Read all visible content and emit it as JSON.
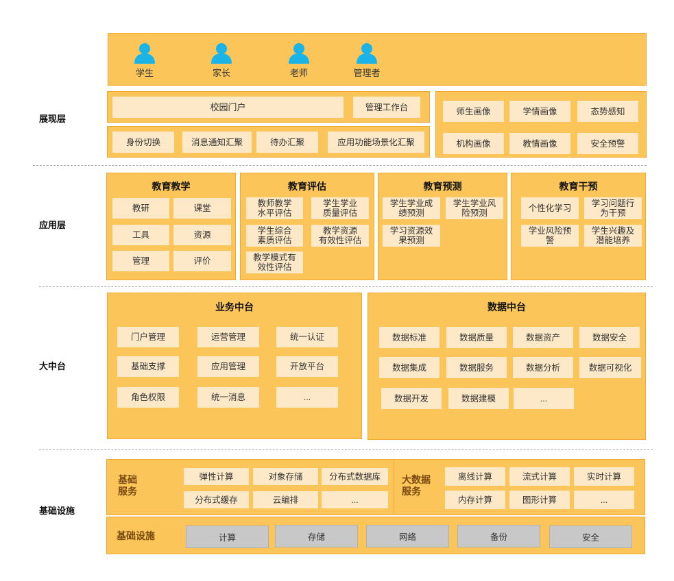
{
  "layers": {
    "presentation": "展现层",
    "application": "应用层",
    "middle": "大中台",
    "infrastructure": "基础设施"
  },
  "users": [
    "学生",
    "家长",
    "老师",
    "管理者"
  ],
  "presentation": {
    "portal": "校园门户",
    "workbench": "管理工作台",
    "row2": [
      "身份切换",
      "消息通知汇聚",
      "待办汇聚",
      "应用功能场景化汇聚"
    ],
    "portraits": [
      "师生画像",
      "学情画像",
      "态势感知",
      "机构画像",
      "教情画像",
      "安全预警"
    ]
  },
  "apps": [
    {
      "title": "教育教学",
      "items": [
        "教研",
        "课堂",
        "工具",
        "资源",
        "管理",
        "评价"
      ]
    },
    {
      "title": "教育评估",
      "items": [
        "教师教学\n水平评估",
        "学生学业\n质量评估",
        "学生综合\n素质评估",
        "教学资源\n有效性评估",
        "教学模式有\n效性评估"
      ]
    },
    {
      "title": "教育预测",
      "items": [
        "学生学业成\n绩预测",
        "学生学业风\n险预测",
        "学习资源效\n果预测"
      ]
    },
    {
      "title": "教育干预",
      "items": [
        "个性化学习",
        "学习问题行\n为干预",
        "学业风险预\n警",
        "学生兴趣及\n潜能培养"
      ]
    }
  ],
  "business": {
    "title": "业务中台",
    "items": [
      "门户管理",
      "运营管理",
      "统一认证",
      "基础支撑",
      "应用管理",
      "开放平台",
      "角色权限",
      "统一消息",
      "..."
    ]
  },
  "data_platform": {
    "title": "数据中台",
    "items": [
      "数据标准",
      "数据质量",
      "数据资产",
      "数据安全",
      "数据集成",
      "数据服务",
      "数据分析",
      "数据可视化",
      "数据开发",
      "数据建模",
      "..."
    ]
  },
  "basic_services": {
    "title": "基础\n服务",
    "items": [
      "弹性计算",
      "对象存储",
      "分布式数据库",
      "分布式缓存",
      "云编排",
      "..."
    ]
  },
  "bigdata_services": {
    "title": "大数据\n服务",
    "items": [
      "离线计算",
      "流式计算",
      "实时计算",
      "内存计算",
      "图形计算",
      "..."
    ]
  },
  "infra": {
    "title": "基础设施",
    "items": [
      "计算",
      "存储",
      "网络",
      "备份",
      "安全"
    ]
  },
  "colors": {
    "panel": "#fbc55a",
    "cell": "#fde9c7",
    "icon": "#1ab4e8",
    "gray": "#c8c8c8"
  }
}
